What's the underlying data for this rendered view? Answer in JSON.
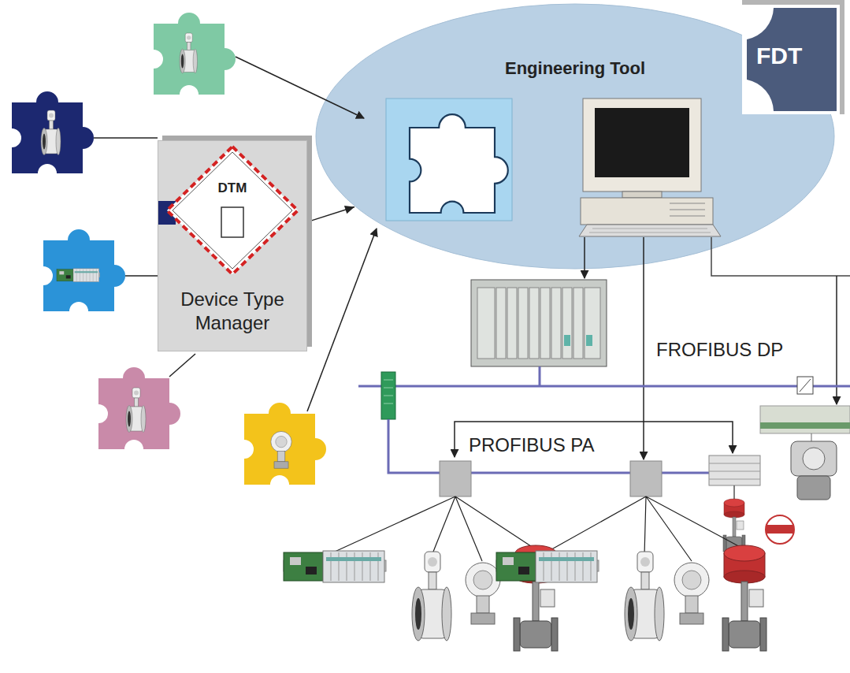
{
  "diagram": {
    "nodes": [
      {
        "text": [
          "Engineering Tool"
        ]
      },
      {
        "text": [
          "Device Type Manager"
        ]
      },
      {
        "text": [
          "DTM"
        ],
        "in": 1
      },
      {
        "text": [
          "FDT"
        ]
      }
    ],
    "edges": [
      {
        "from": 1,
        "to": 0,
        "arrow": "to"
      }
    ],
    "labels": [
      "FROFIBUS DP",
      "PROFIBUS PA"
    ]
  }
}
